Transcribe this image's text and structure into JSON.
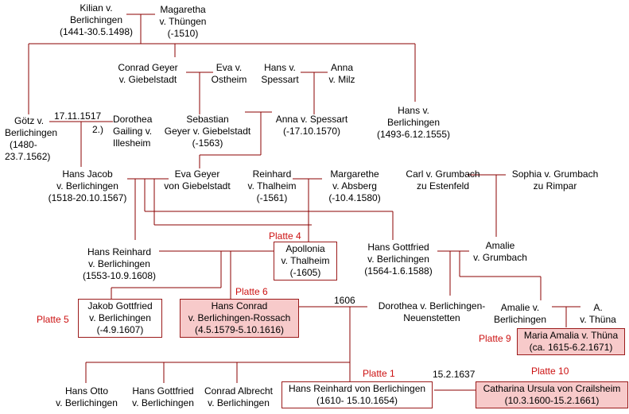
{
  "colors": {
    "line": "#8b0000",
    "label": "#cc1111",
    "box_border": "#9b1b1b",
    "box_fill_highlight": "#f7caca"
  },
  "people": {
    "kilian": [
      "Kilian v.",
      "Berlichingen",
      "(1441-30.5.1498)"
    ],
    "margaretha": [
      "Magaretha",
      "v. Thüngen",
      "(-1510)"
    ],
    "conrad_geyer": [
      "Conrad Geyer",
      "v. Giebelstadt"
    ],
    "eva_ostheim": [
      "Eva v.",
      "Ostheim"
    ],
    "hans_spessart": [
      "Hans v.",
      "Spessart"
    ],
    "anna_milz": [
      "Anna",
      "v. Milz"
    ],
    "goetz": [
      "Götz v.",
      "Berlichingen",
      "(1480-",
      "23.7.1562)"
    ],
    "dorothea_gailing": [
      "Dorothea",
      "Gailing v.",
      "Illesheim"
    ],
    "sebastian": [
      "Sebastian",
      "Geyer v. Giebelstadt",
      "(-1563)"
    ],
    "anna_spessart": [
      "Anna v. Spessart",
      "(-17.10.1570)"
    ],
    "hans_berlichingen": [
      "Hans v.",
      "Berlichingen",
      "(1493-6.12.1555)"
    ],
    "hans_jacob": [
      "Hans Jacob",
      "v. Berlichingen",
      "(1518-20.10.1567)"
    ],
    "eva_geyer": [
      "Eva Geyer",
      "von Giebelstadt"
    ],
    "reinhard": [
      "Reinhard",
      "v. Thalheim",
      "(-1561)"
    ],
    "margarethe_absberg": [
      "Margarethe",
      "v. Absberg",
      "(-10.4.1580)"
    ],
    "carl_grumbach": [
      "Carl v. Grumbach",
      "zu Estenfeld"
    ],
    "sophia_grumbach": [
      "Sophia v. Grumbach",
      "zu Rimpar"
    ],
    "hans_reinhard": [
      "Hans Reinhard",
      "v. Berlichingen",
      "(1553-10.9.1608)"
    ],
    "apollonia": [
      "Apollonia",
      "v. Thalheim",
      "(-1605)"
    ],
    "hans_gottfried": [
      "Hans Gottfried",
      "v. Berlichingen",
      "(1564-1.6.1588)"
    ],
    "amalie_grumbach": [
      "Amalie",
      "v. Grumbach"
    ],
    "jakob_gottfried": [
      "Jakob Gottfried",
      "v. Berlichingen",
      "(-4.9.1607)"
    ],
    "hans_conrad": [
      "Hans Conrad",
      "v. Berlichingen-Rossach",
      "(4.5.1579-5.10.1616)"
    ],
    "dorothea_neuenstetten": [
      "Dorothea v. Berlichingen-",
      "Neuenstetten"
    ],
    "amalie_berlichingen": [
      "Amalie v.",
      "Berlichingen"
    ],
    "a_thuna": [
      "A.",
      "v. Thüna"
    ],
    "maria_amalia": [
      "Maria Amalia v. Thüna",
      "(ca. 1615-6.2.1671)"
    ],
    "hans_otto": [
      "Hans Otto",
      "v. Berlichingen"
    ],
    "hans_gottfried2": [
      "Hans Gottfried",
      "v. Berlichingen"
    ],
    "conrad_albrecht": [
      "Conrad Albrecht",
      "v. Berlichingen"
    ],
    "hans_reinhard_1610": [
      "Hans Reinhard von Berlichingen",
      "(1610- 15.10.1654)"
    ],
    "catharina": [
      "Catharina Ursula von Crailsheim",
      "(10.3.1600-15.2.1661)"
    ]
  },
  "marriage_notes": {
    "goetz_dorothea_date": "17.11.1517",
    "goetz_dorothea_order": "2.)",
    "hans_conrad_marriage": "1606",
    "hans_reinhard_marriage": "15.2.1637"
  },
  "plates": {
    "apollonia": "Platte 4",
    "hans_conrad": "Platte 6",
    "jakob_gottfried": "Platte 5",
    "maria_amalia": "Platte 9",
    "hans_reinhard_1610": "Platte 1",
    "catharina": "Platte 10"
  }
}
